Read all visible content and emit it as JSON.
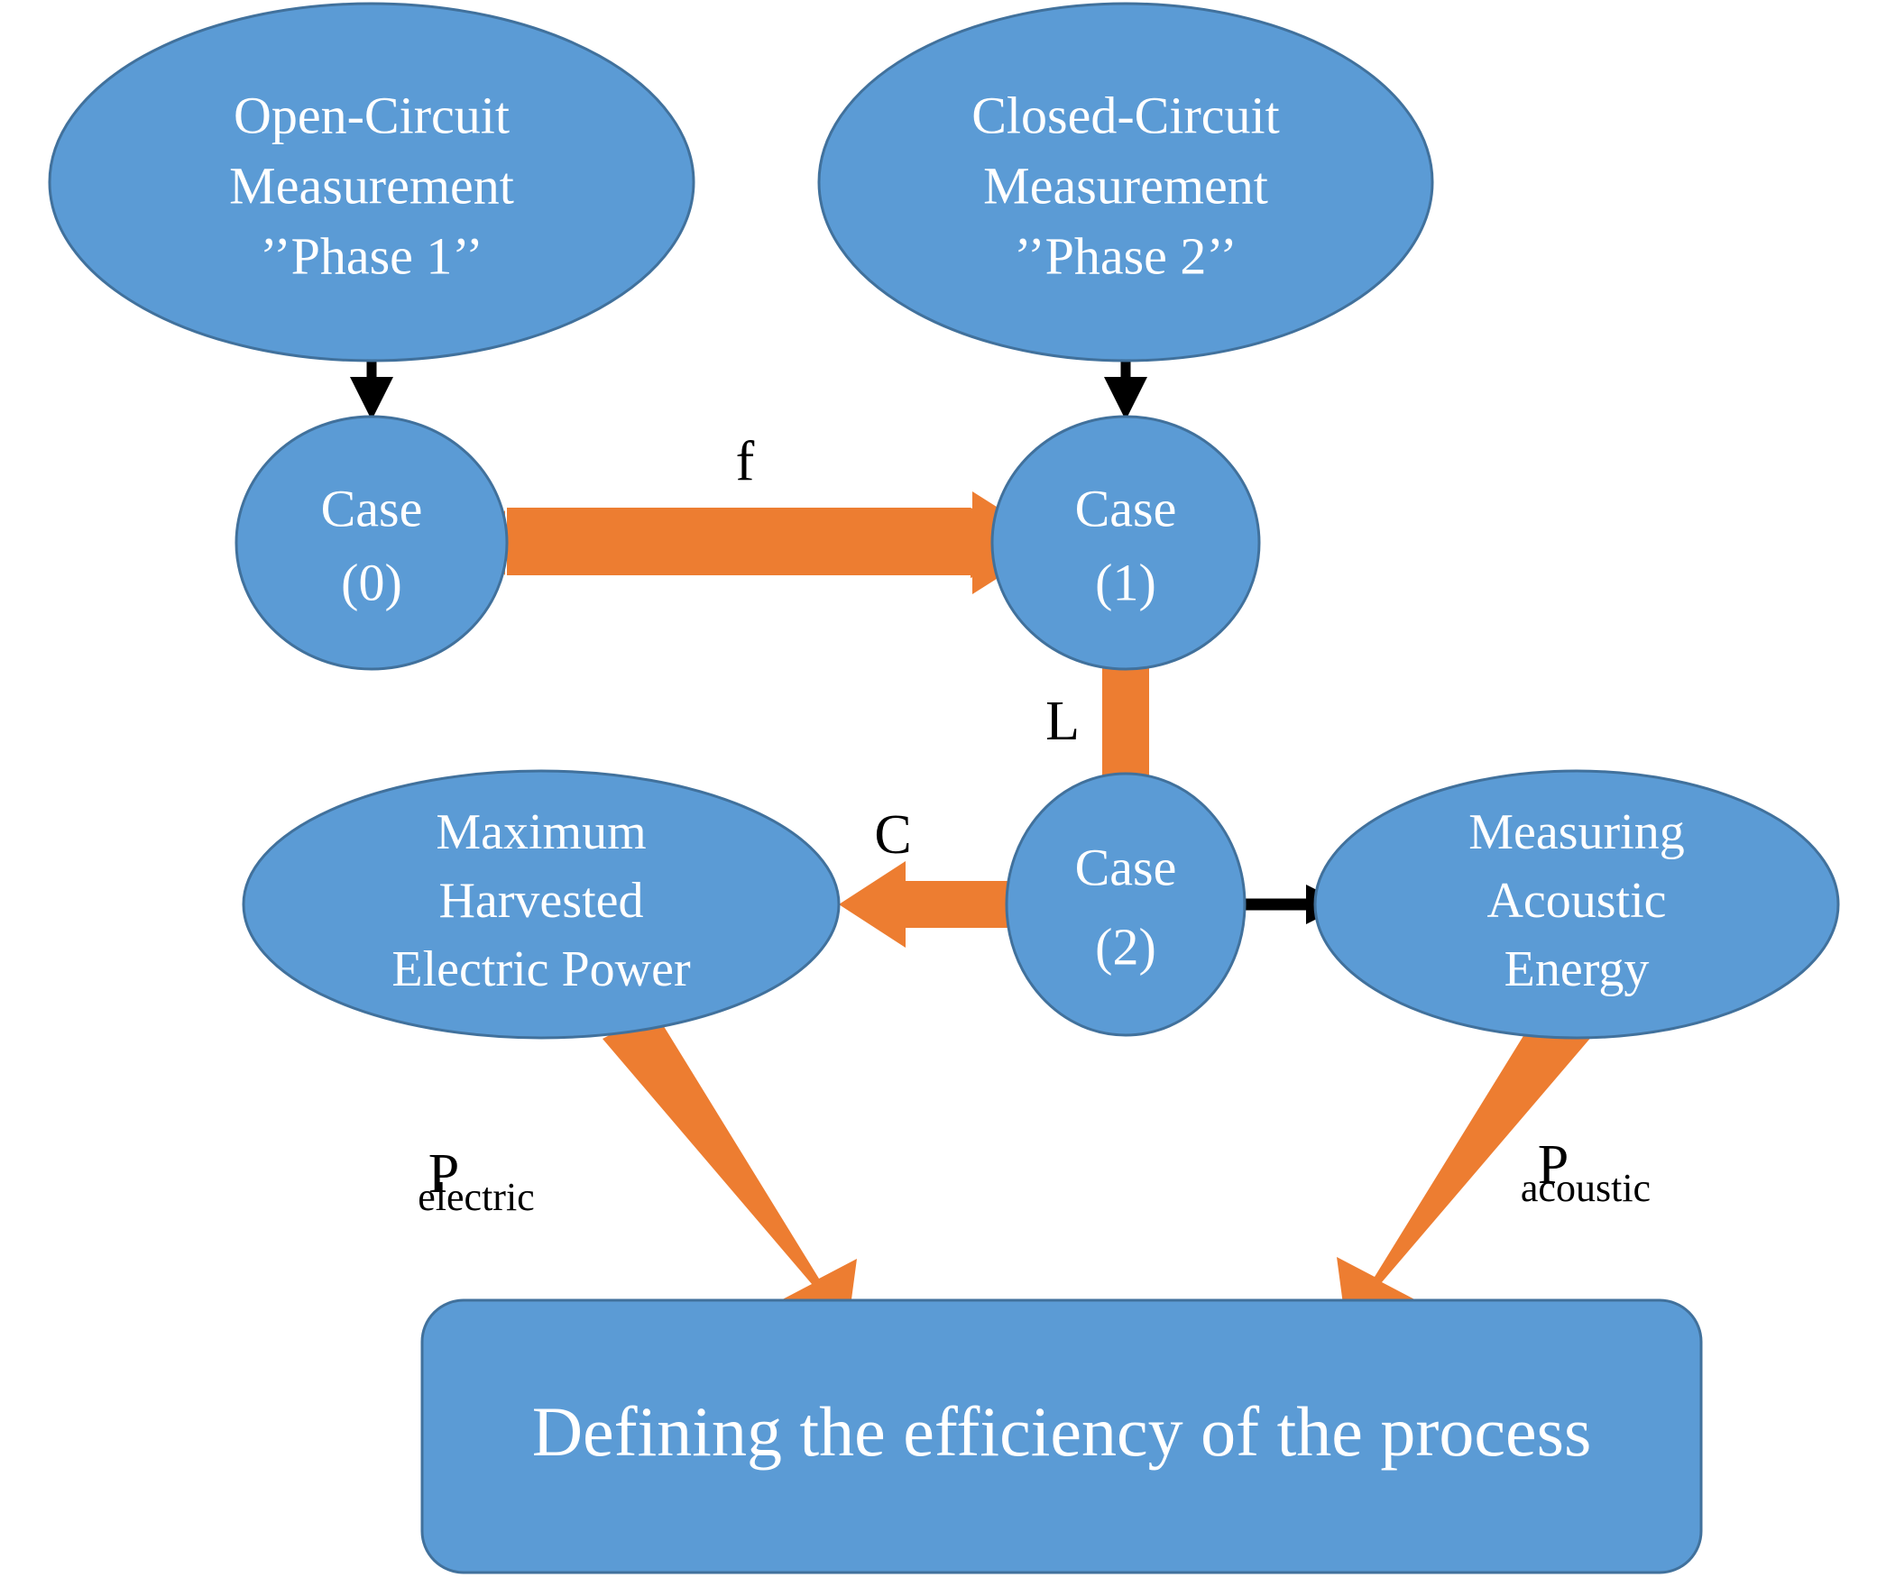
{
  "diagram": {
    "title": "Piezoelectric energy harvesting measurement workflow",
    "colors": {
      "node_fill": "#5B9BD5",
      "node_stroke": "#41719C",
      "orange_arrow": "#ED7D31",
      "black_arrow": "#000000",
      "node_text": "#FFFFFF",
      "label_text": "#000000",
      "background": "#FFFFFF"
    },
    "nodes": [
      {
        "id": "phase1",
        "shape": "ellipse",
        "lines": [
          "Open-Circuit",
          "Measurement",
          "’’Phase 1’’"
        ]
      },
      {
        "id": "phase2",
        "shape": "ellipse",
        "lines": [
          "Closed-Circuit",
          "Measurement",
          "’’Phase 2’’"
        ]
      },
      {
        "id": "case0",
        "shape": "ellipse",
        "lines": [
          "Case",
          "(0)"
        ]
      },
      {
        "id": "case1",
        "shape": "ellipse",
        "lines": [
          "Case",
          "(1)"
        ]
      },
      {
        "id": "case2",
        "shape": "ellipse",
        "lines": [
          "Case",
          "(2)"
        ]
      },
      {
        "id": "max-power",
        "shape": "ellipse",
        "lines": [
          "Maximum",
          "Harvested",
          "Electric Power"
        ]
      },
      {
        "id": "acoustic-energy",
        "shape": "ellipse",
        "lines": [
          "Measuring",
          "Acoustic",
          "Energy"
        ]
      },
      {
        "id": "efficiency",
        "shape": "rounded-rect",
        "lines": [
          "Defining the efficiency of the process"
        ]
      }
    ],
    "edges": [
      {
        "id": "phase1-to-case0",
        "from": "phase1",
        "to": "case0",
        "style": "black",
        "label": ""
      },
      {
        "id": "phase2-to-case1",
        "from": "phase2",
        "to": "case1",
        "style": "black",
        "label": ""
      },
      {
        "id": "case0-to-case1",
        "from": "case0",
        "to": "case1",
        "style": "orange",
        "label": "f"
      },
      {
        "id": "case1-to-case2",
        "from": "case1",
        "to": "case2",
        "style": "orange",
        "label": "L"
      },
      {
        "id": "case2-to-max-power",
        "from": "case2",
        "to": "max-power",
        "style": "orange",
        "label": "C"
      },
      {
        "id": "case2-to-acoustic",
        "from": "case2",
        "to": "acoustic-energy",
        "style": "black",
        "label": ""
      },
      {
        "id": "max-power-to-efficiency",
        "from": "max-power",
        "to": "efficiency",
        "style": "orange",
        "label": "P",
        "label_sub": "electric"
      },
      {
        "id": "acoustic-to-efficiency",
        "from": "acoustic-energy",
        "to": "efficiency",
        "style": "orange",
        "label": "P",
        "label_sub": "acoustic"
      }
    ]
  }
}
